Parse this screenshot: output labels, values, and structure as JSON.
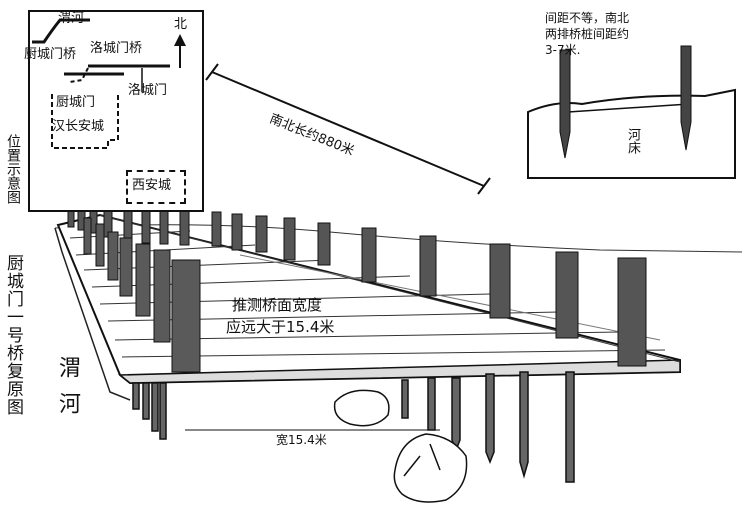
{
  "inset_map": {
    "wei_river": "渭河",
    "chucheng_gate_bridge": "厨城门桥",
    "luocheng_gate_bridge": "洛城门桥",
    "north": "北",
    "luocheng_gate": "洛城门",
    "chucheng_gate": "厨城门",
    "han_changan_city": "汉长安城",
    "xian_city": "西安城",
    "position_caption": "位置示意图"
  },
  "length_label": "南北长约880米",
  "top_right_note": {
    "line1": "间距不等，南北",
    "line2": "两排桥桩间距约",
    "line3": "3-7米.",
    "riverbed": "河床"
  },
  "bridge_title": "厨城门一号桥复原图",
  "river_label": "渭河",
  "deck_note": {
    "line1": "推测桥面宽度",
    "line2": "应远大于15.4米"
  },
  "width_label": "宽15.4米"
}
